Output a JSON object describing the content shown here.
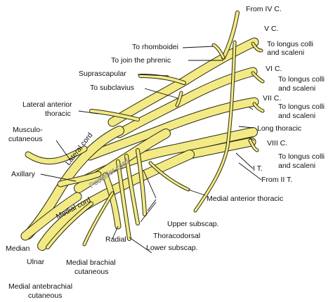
{
  "diagram": {
    "nerve_color": "#f3ea86",
    "outline_color": "#2b2b10",
    "labels": {
      "from_iv_c": "From IV C.",
      "v_c": "V C.",
      "to_rhomboidei": "To rhomboidei",
      "to_longus_colli_1a": "To longus colli",
      "to_longus_colli_1b": "and scaleni",
      "to_join_phrenic": "To join the phrenic",
      "suprascapular": "Suprascapular",
      "vi_c": "VI C.",
      "to_longus_colli_2a": "To longus colli",
      "to_longus_colli_2b": "and scaleni",
      "to_subclavius": "To subclavius",
      "vii_c": "VII C.",
      "to_longus_colli_3a": "To longus colli",
      "to_longus_colli_3b": "and scaleni",
      "lateral_anterior_thoracic_a": "Lateral anterior",
      "lateral_anterior_thoracic_b": "thoracic",
      "long_thoracic": "Long thoracic",
      "musculocutaneous_a": "Musculo-",
      "musculocutaneous_b": "cutaneous",
      "viii_c": "VIII C.",
      "to_longus_colli_4a": "To longus colli",
      "to_longus_colli_4b": "and scaleni",
      "i_t": "I T.",
      "from_ii_t": "From II T.",
      "axillary": "Axillary",
      "medial_anterior_thoracic": "Medial anterior thoracic",
      "upper_subscap": "Upper subscap.",
      "thoracodorsal": "Thoracodorsal",
      "median": "Median",
      "radial": "Radial",
      "lower_subscap": "Lower subscap.",
      "ulnar": "Ulnar",
      "medial_brachial_a": "Medial brachial",
      "medial_brachial_b": "cutaneous",
      "medial_antebrachial_a": "Medial antebrachial",
      "medial_antebrachial_b": "cutaneous"
    },
    "cord_labels": {
      "lateral": "Lateral cord",
      "posterior": "Posterior cord",
      "medial": "Medial cord"
    }
  }
}
